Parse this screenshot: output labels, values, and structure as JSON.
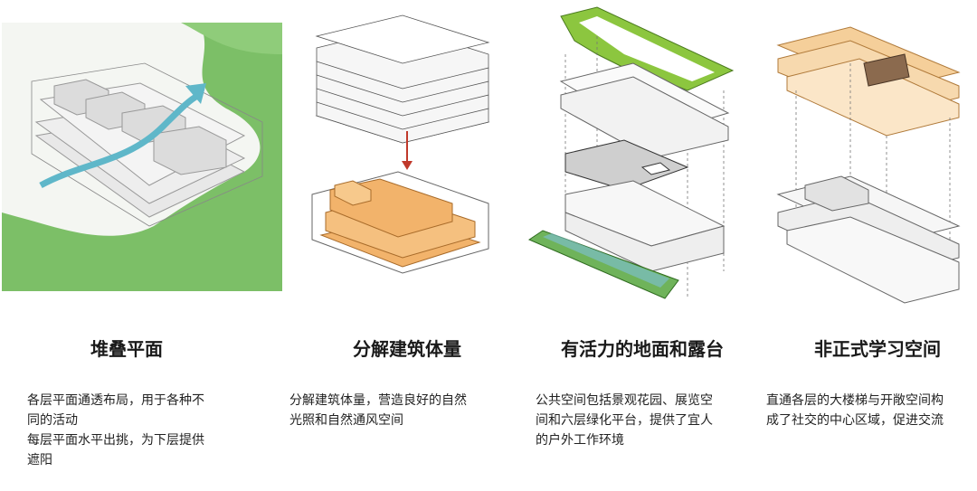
{
  "panels": [
    {
      "title": "堆叠平面",
      "lines": [
        "各层平面通透布局，用于各种不",
        "同的活动",
        "每层平面水平出挑，为下层提供",
        "遮阳"
      ]
    },
    {
      "title": "分解建筑体量",
      "lines": [
        "分解建筑体量，营造良好的自然",
        "光照和自然通风空间"
      ]
    },
    {
      "title": "有活力的地面和露台",
      "lines": [
        "公共空间包括景观花园、展览空",
        "间和六层绿化平台，提供了宜人",
        "的户外工作环境"
      ]
    },
    {
      "title": "非正式学习空间",
      "lines": [
        "直通各层的大楼梯与开敞空间构",
        "成了社交的中心区域，促进交流"
      ]
    }
  ],
  "colors": {
    "green": "#6fb35a",
    "orange": "#f2b36b",
    "lime": "#8cc63f",
    "arrow_red": "#c0392b",
    "arrow_teal": "#5fb7c9"
  }
}
